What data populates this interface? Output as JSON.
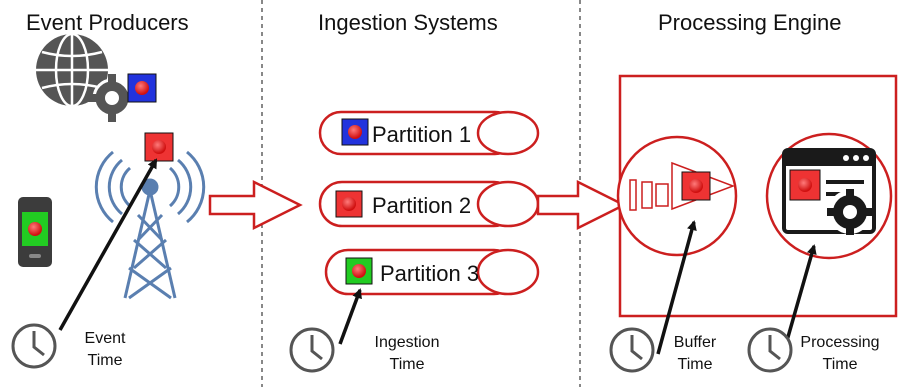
{
  "columns": {
    "producers": "Event Producers",
    "ingestion": "Ingestion Systems",
    "processing": "Processing Engine"
  },
  "partitions": [
    {
      "label": "Partition 1",
      "color": "#2233dd"
    },
    {
      "label": "Partition 2",
      "color": "#ee3333"
    },
    {
      "label": "Partition 3",
      "color": "#22cc22"
    }
  ],
  "times": {
    "event": [
      "Event",
      "Time"
    ],
    "ingestion": [
      "Ingestion",
      "Time"
    ],
    "buffer": [
      "Buffer",
      "Time"
    ],
    "processing": [
      "Processing",
      "Time"
    ]
  },
  "colors": {
    "accent_red": "#cc1f1f",
    "event_red": "#ee2222",
    "tower_blue": "#5a7fb0",
    "dark": "#1a1a1a"
  },
  "icons": [
    "globe-gear-icon",
    "phone-icon",
    "radio-tower-icon",
    "clock-icon",
    "buffer-icon",
    "browser-gear-icon"
  ]
}
